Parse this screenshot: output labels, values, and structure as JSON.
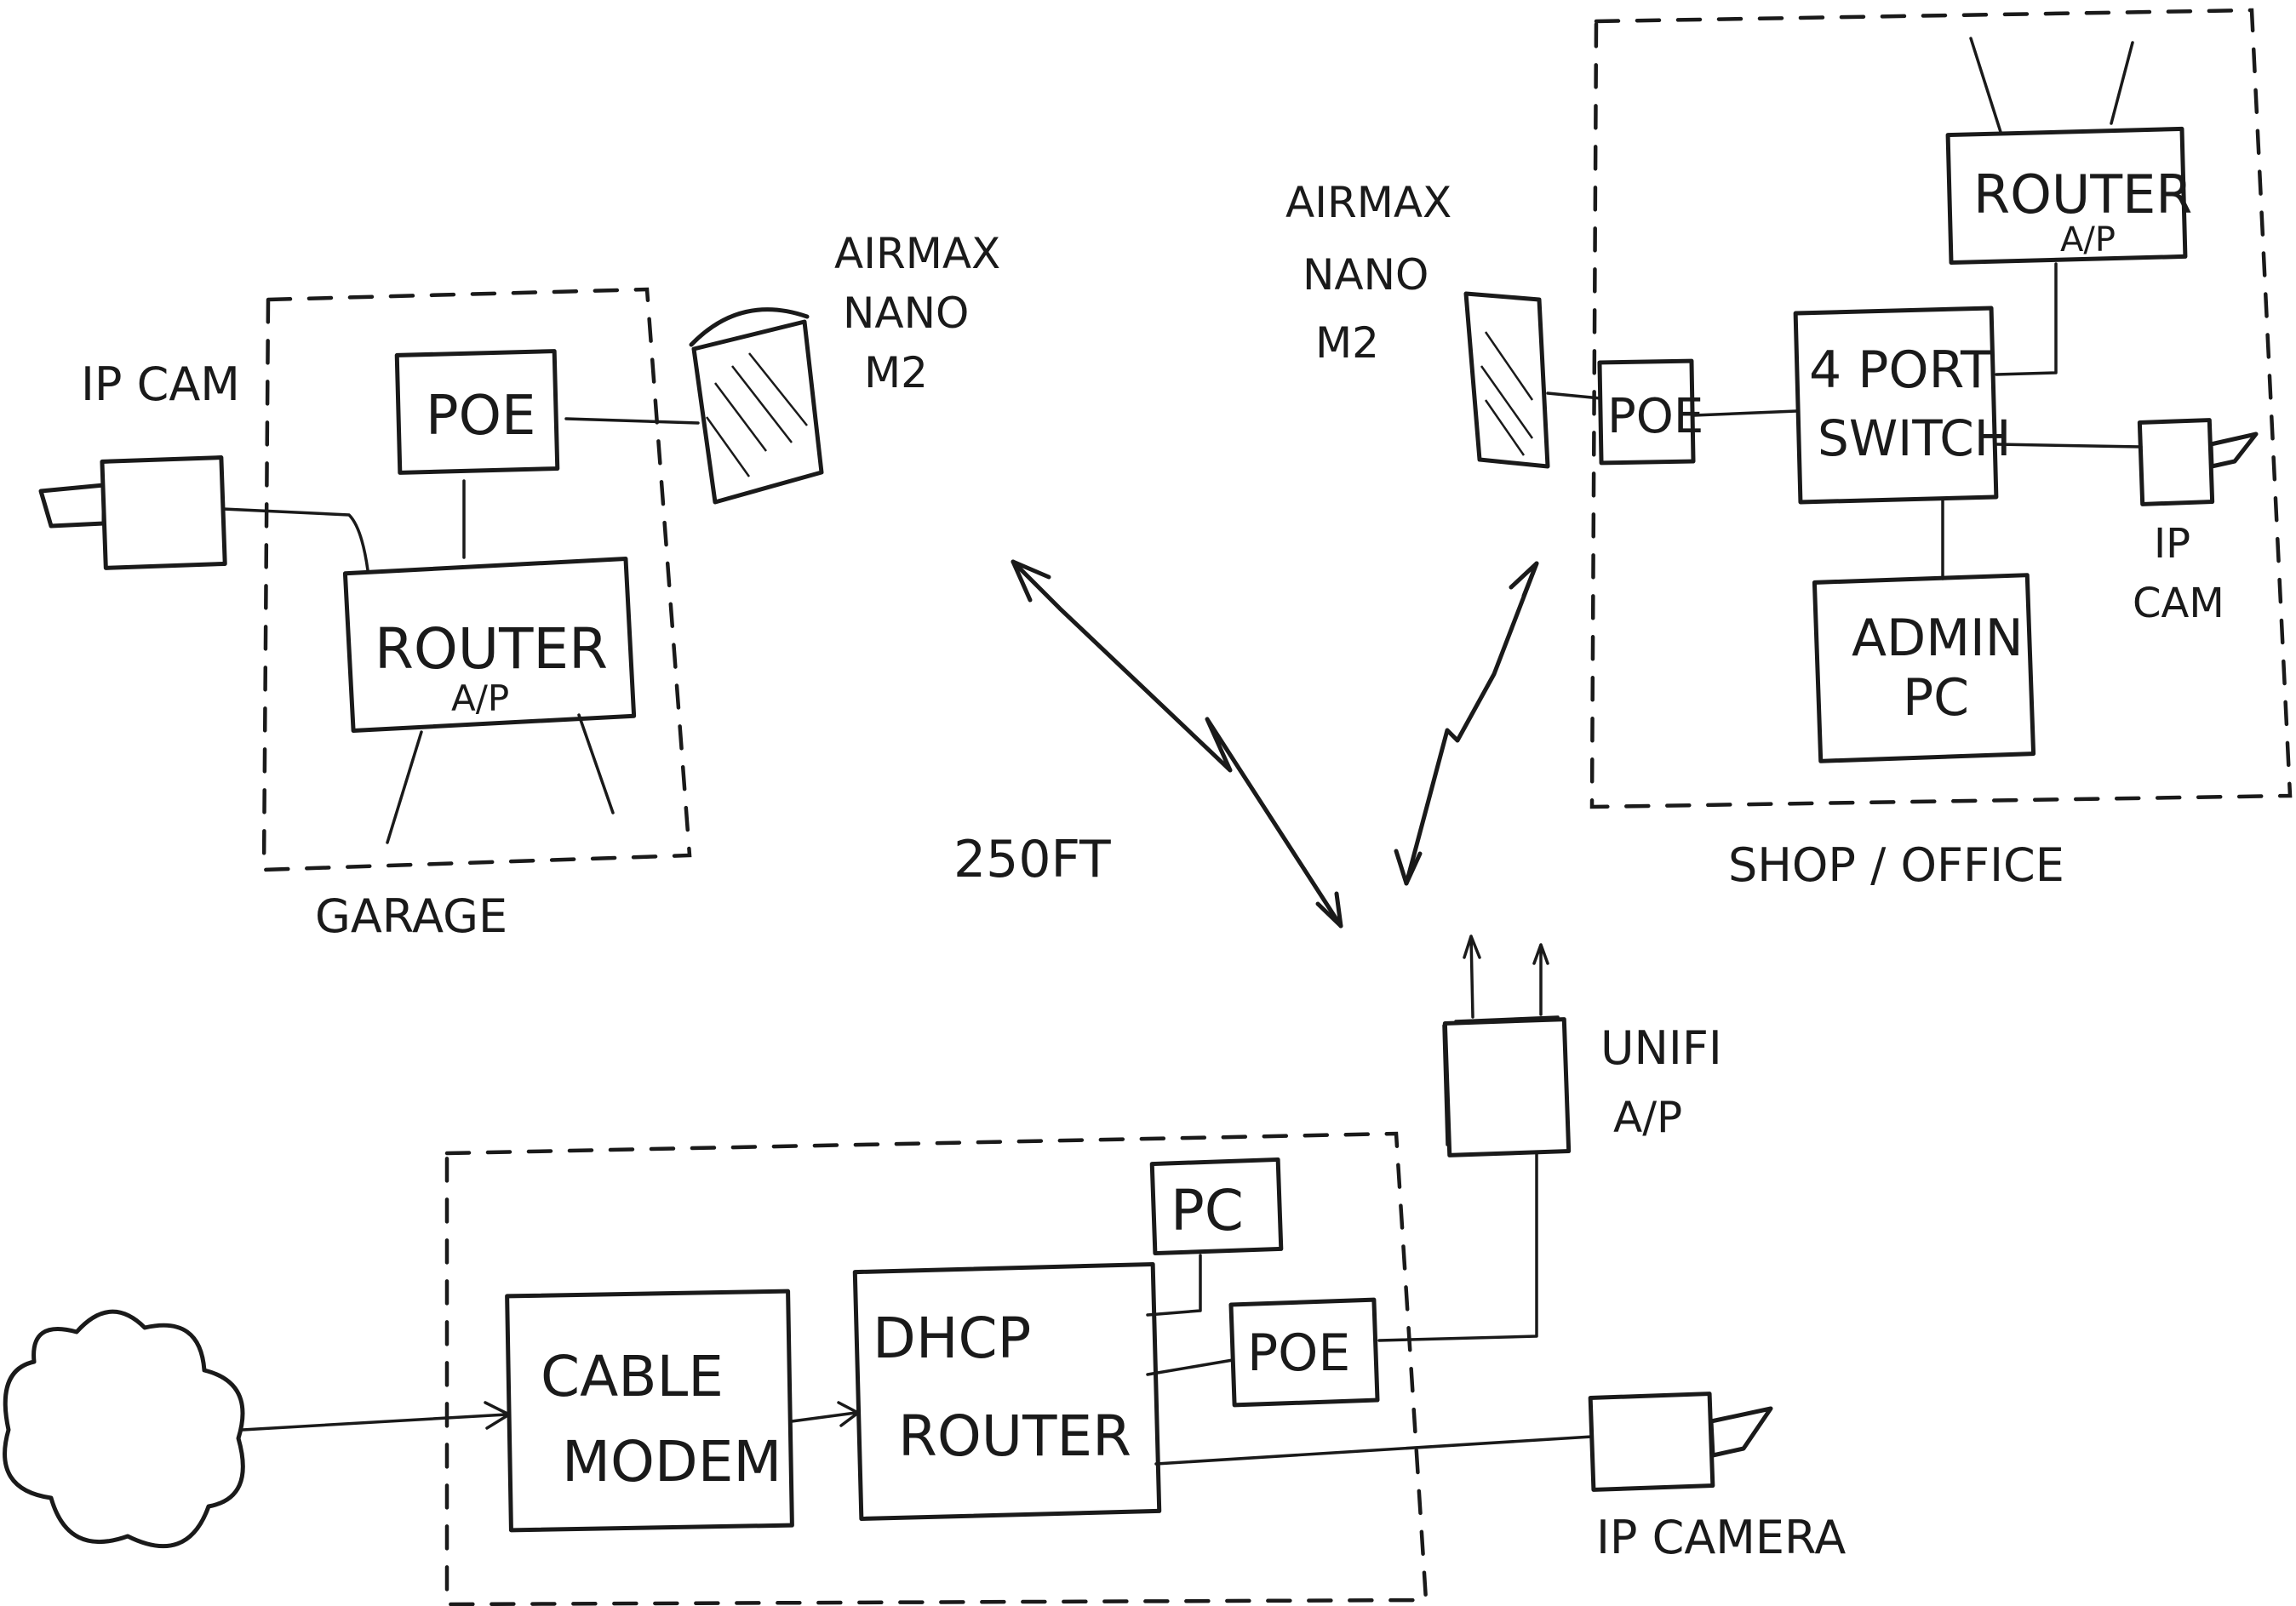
{
  "zones": {
    "garage": "GARAGE",
    "shop_office": "SHOP / OFFICE"
  },
  "devices": {
    "garage_ip_cam": "IP CAM",
    "garage_poe": "POE",
    "garage_router": "ROUTER",
    "garage_router_sub": "A/P",
    "garage_airmax_line1": "AIRMAX",
    "garage_airmax_line2": "NANO",
    "garage_airmax_line3": "M2",
    "shop_airmax_line1": "AIRMAX",
    "shop_airmax_line2": "NANO",
    "shop_airmax_line3": "M2",
    "shop_poe": "POE",
    "shop_switch_line1": "4 PORT",
    "shop_switch_line2": "SWITCH",
    "shop_router": "ROUTER",
    "shop_router_sub": "A/P",
    "shop_ip_cam_line1": "IP",
    "shop_ip_cam_line2": "CAM",
    "shop_admin_line1": "ADMIN",
    "shop_admin_line2": "PC",
    "distance": "250FT",
    "unifi_line1": "UNIFI",
    "unifi_line2": "A/P",
    "main_pc": "PC",
    "main_poe": "POE",
    "cable_modem_line1": "CABLE",
    "cable_modem_line2": "MODEM",
    "dhcp_router_line1": "DHCP",
    "dhcp_router_line2": "ROUTER",
    "main_ip_camera": "IP CAMERA"
  },
  "icons": {
    "internet": "cloud-icon",
    "antenna": "airmax-antenna-icon",
    "camera": "ip-camera-icon",
    "wireless": "wireless-link-icon"
  },
  "colors": {
    "ink": "#1a1a1a",
    "paper": "#ffffff"
  }
}
